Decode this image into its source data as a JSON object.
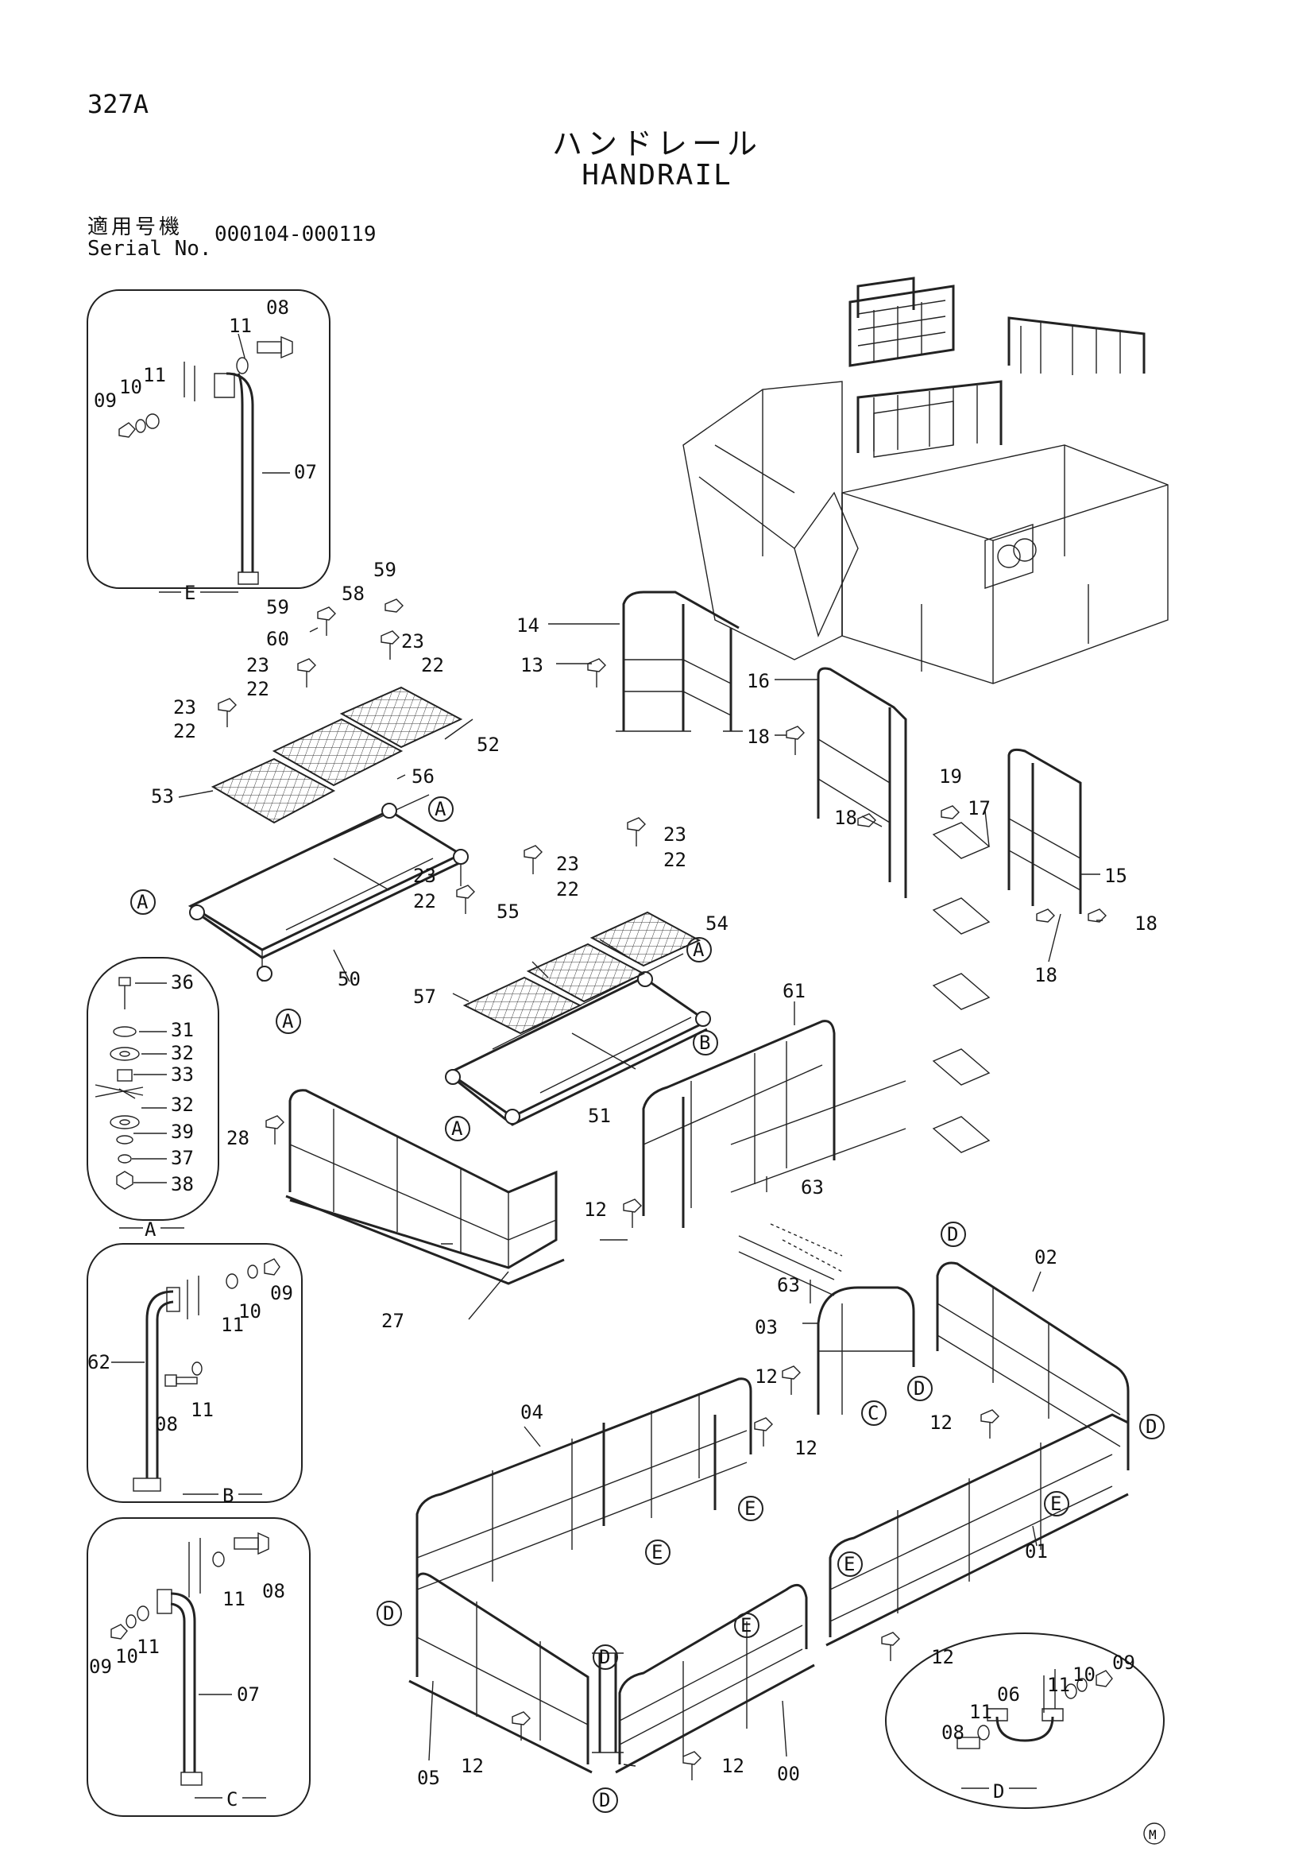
{
  "header": {
    "page_number": "327A",
    "title_jp": "ハンドレール",
    "title_en": "HANDRAIL",
    "serial_label_jp": "適用号機",
    "serial_label_en": "Serial No.",
    "serial_range": "000104-000119"
  },
  "detail_views": {
    "E": {
      "letter": "E",
      "parts": [
        "08",
        "11",
        "09",
        "10",
        "11",
        "07"
      ]
    },
    "A": {
      "letter": "A",
      "parts": [
        "36",
        "31",
        "32",
        "33",
        "32",
        "39",
        "37",
        "38"
      ]
    },
    "B": {
      "letter": "B",
      "parts": [
        "09",
        "10",
        "11",
        "62",
        "08",
        "11"
      ]
    },
    "C": {
      "letter": "C",
      "parts": [
        "08",
        "11",
        "09",
        "10",
        "11",
        "07"
      ]
    },
    "D": {
      "letter": "D",
      "parts": [
        "09",
        "10",
        "11",
        "06",
        "11",
        "08"
      ]
    }
  },
  "part_labels": {
    "p00": "00",
    "p01": "01",
    "p02": "02",
    "p03": "03",
    "p04": "04",
    "p05": "05",
    "p06": "06",
    "p07": "07",
    "p08": "08",
    "p09": "09",
    "p10": "10",
    "p11": "11",
    "p12": "12",
    "p13": "13",
    "p14": "14",
    "p15": "15",
    "p16": "16",
    "p17": "17",
    "p18": "18",
    "p19": "19",
    "p22": "22",
    "p23": "23",
    "p27": "27",
    "p28": "28",
    "p31": "31",
    "p32": "32",
    "p33": "33",
    "p36": "36",
    "p37": "37",
    "p38": "38",
    "p39": "39",
    "p50": "50",
    "p51": "51",
    "p52": "52",
    "p53": "53",
    "p54": "54",
    "p55": "55",
    "p56": "56",
    "p57": "57",
    "p58": "58",
    "p59": "59",
    "p60": "60",
    "p61": "61",
    "p62": "62",
    "p63": "63"
  },
  "callout_letters": {
    "A": "A",
    "B": "B",
    "C": "C",
    "D": "D",
    "E": "E"
  },
  "footer": {
    "mark": "M"
  }
}
